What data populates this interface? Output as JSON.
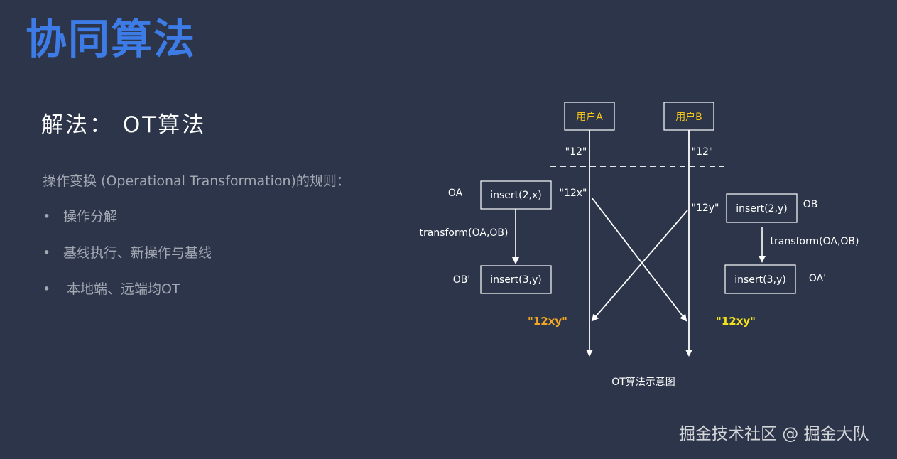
{
  "slide": {
    "title": "协同算法",
    "subtitle": "解法： OT算法",
    "rules_intro": "操作变换 (Operational Transformation)的规则：",
    "bullets": [
      "操作分解",
      "基线执行、新操作与基线",
      "本地端、远端均OT"
    ],
    "bullet_symbol": "•"
  },
  "diagram": {
    "user_a": "用户A",
    "user_b": "用户B",
    "initial_a": "\"12\"",
    "initial_b": "\"12\"",
    "label_oa": "OA",
    "op_a_insert": "insert(2,x)",
    "state_a_after": "\"12x\"",
    "transform_left": "transform(OA,OB)",
    "label_ob_prime": "OB'",
    "op_a_transformed": "insert(3,y)",
    "state_b_after": "\"12y\"",
    "label_ob": "OB",
    "op_b_insert": "insert(2,y)",
    "transform_right": "transform(OA,OB)",
    "label_oa_prime": "OA'",
    "op_b_transformed": "insert(3,y)",
    "result_a": "\"12xy\"",
    "result_b": "\"12xy\"",
    "caption": "OT算法示意图",
    "colors": {
      "user_label": "#f5c518",
      "result_a": "#f5a623",
      "result_b": "#f2e21b",
      "title": "#3d7be6"
    }
  },
  "watermark": "掘金技术社区 @ 掘金大队"
}
